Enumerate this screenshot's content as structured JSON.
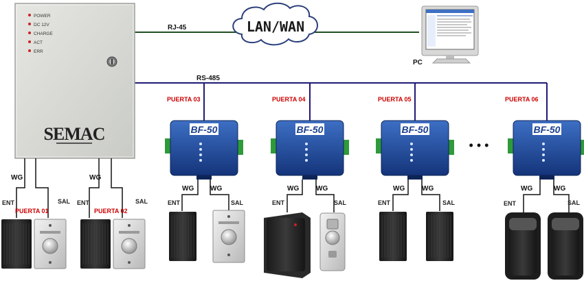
{
  "controller": {
    "leds": [
      "POWER",
      "DC 12V",
      "CHARGE",
      "ACT",
      "ERR"
    ],
    "brand": "SEMAC"
  },
  "network": {
    "cloud_label": "LAN/WAN",
    "rj45_label": "RJ-45",
    "pc_label": "PC",
    "bus_label": "RS-485"
  },
  "doors": {
    "d01": "PUERTA 01",
    "d02": "PUERTA 02",
    "d03": "PUERTA 03",
    "d04": "PUERTA 04",
    "d05": "PUERTA 05",
    "d06": "PUERTA 06"
  },
  "module": {
    "name": "BF-50"
  },
  "wiring": {
    "wg": "WG",
    "ent": "ENT",
    "sal": "SAL"
  },
  "ellipsis": "• • •",
  "colors": {
    "door_label": "#cc0000",
    "bus_line": "#1e1a73",
    "lan_line": "#1f4d1f"
  }
}
